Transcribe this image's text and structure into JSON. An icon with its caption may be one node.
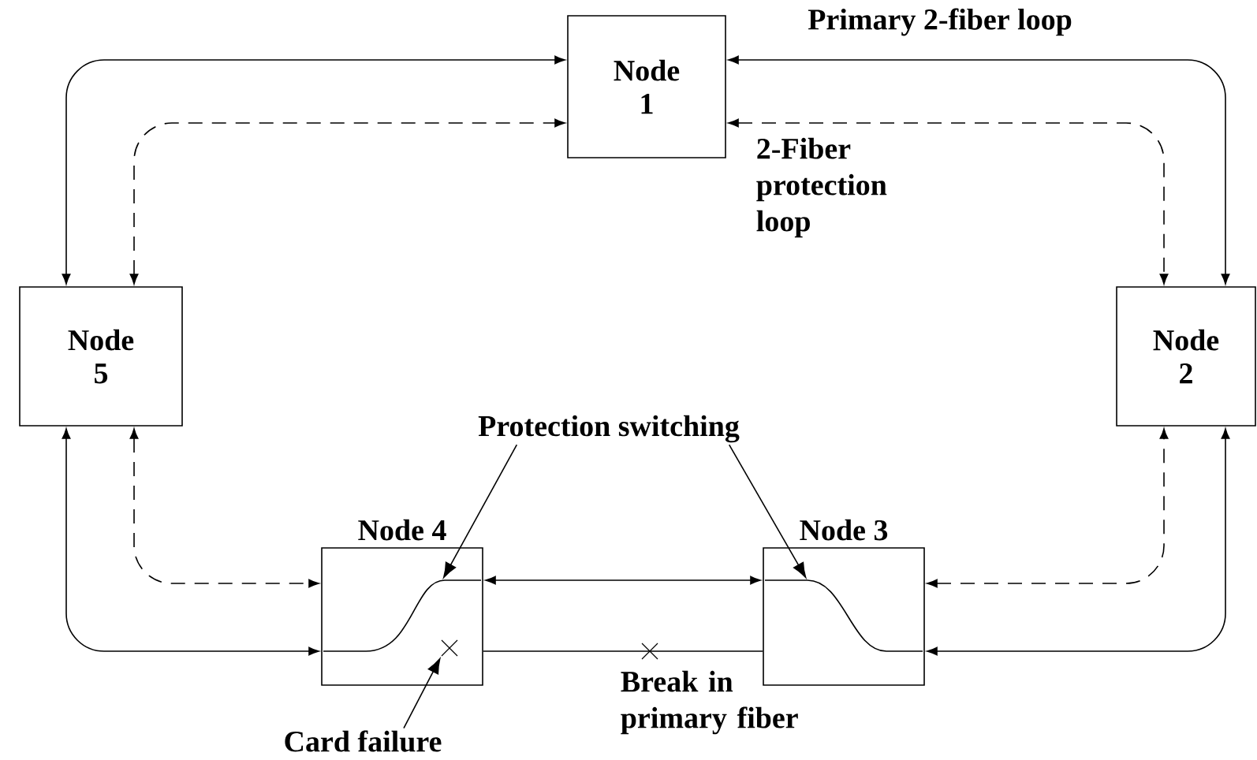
{
  "diagram": {
    "nodes": [
      {
        "text": [
          "Node 1"
        ]
      },
      {
        "text": [
          "Node 5"
        ]
      },
      {
        "text": [
          "Node 2"
        ]
      },
      {
        "text": [
          "Protection switching"
        ]
      },
      {
        "text": [
          "Node 4"
        ]
      },
      {
        "text": [],
        "shape": "curve",
        "in": 4
      },
      {
        "text": [],
        "shape": "cross",
        "in": 4
      },
      {
        "text": [
          "Node 3"
        ]
      },
      {
        "text": [],
        "shape": "curve",
        "in": 7
      },
      {
        "text": [
          "Card failure"
        ]
      }
    ],
    "edges": [
      {
        "from": 1,
        "to": 0,
        "arrow": "both"
      },
      {
        "from": 1,
        "to": 0,
        "arrow": "both",
        "style": "dashed"
      },
      {
        "from": 0,
        "to": 2,
        "arrow": "both"
      },
      {
        "from": 0,
        "to": 2,
        "arrow": "both",
        "style": "dashed"
      },
      {
        "from": 1,
        "to": 4,
        "arrow": "both"
      },
      {
        "from": 1,
        "to": 4,
        "arrow": "both",
        "style": "dashed"
      },
      {
        "from": 4,
        "to": 7,
        "arrow": "both"
      },
      {
        "from": 4,
        "to": 7,
        "arrow": "none"
      },
      {
        "from": 7,
        "to": 2,
        "arrow": "both",
        "style": "dashed"
      },
      {
        "from": 7,
        "to": 2,
        "arrow": "both"
      },
      {
        "from": 3,
        "to": 5,
        "arrow": "to"
      },
      {
        "from": 3,
        "to": 8,
        "arrow": "to"
      },
      {
        "from": 9,
        "to": 6,
        "arrow": "to"
      }
    ],
    "labels": [
      "Primary 2-fiber loop",
      "2-Fiber protection loop",
      "Break in primary fiber"
    ]
  }
}
